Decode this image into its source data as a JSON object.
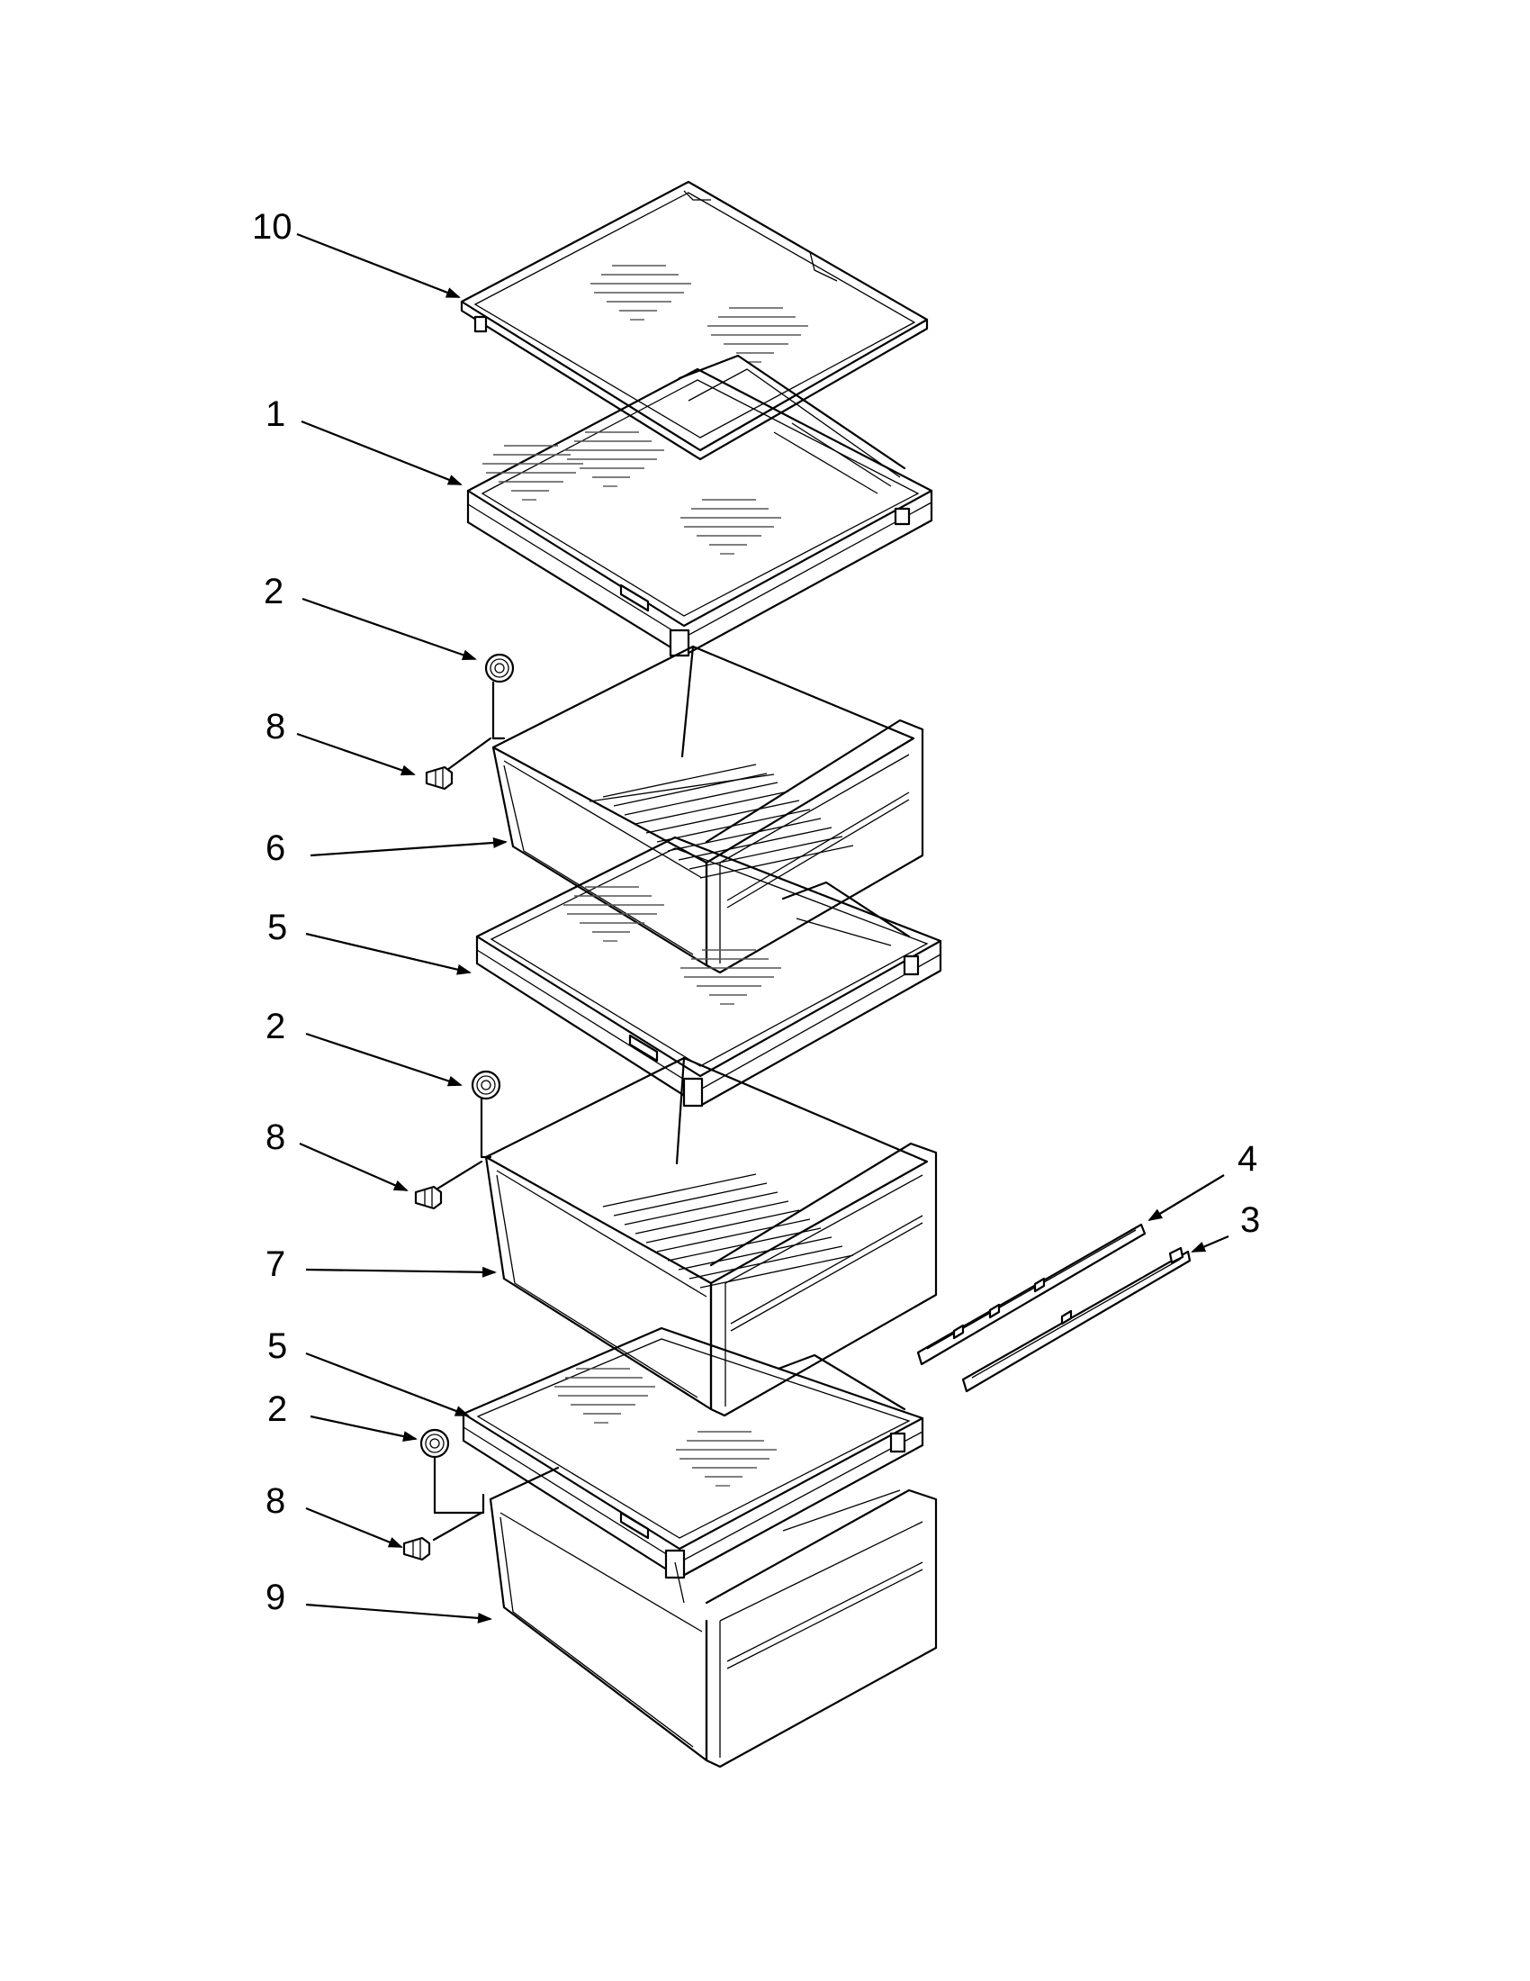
{
  "callouts": [
    "10",
    "1",
    "2",
    "8",
    "6",
    "5",
    "2",
    "8",
    "7",
    "5",
    "2",
    "8",
    "9",
    "4",
    "3"
  ]
}
